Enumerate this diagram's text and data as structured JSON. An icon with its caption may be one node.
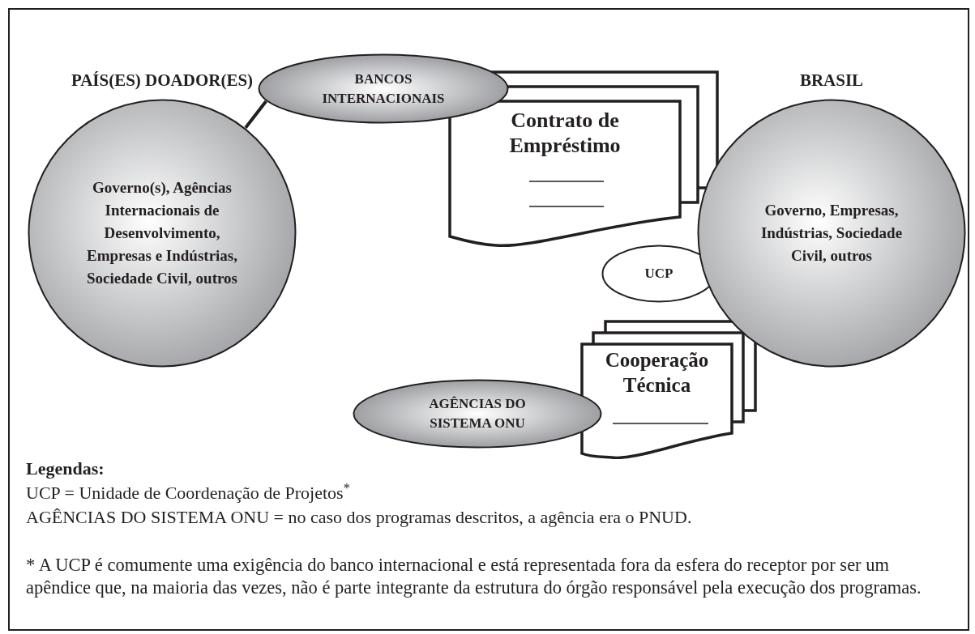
{
  "diagram": {
    "nodes": [
      {
        "text": [
          "PAÍS(ES) DOADOR(ES)",
          "Governo(s), Agências Internacionais de Desenvolvimento, Empresas e Indústrias, Sociedade Civil, outros"
        ]
      },
      {
        "text": [
          "BANCOS INTERNACIONAIS"
        ]
      },
      {
        "text": [
          "Contrato de Empréstimo"
        ]
      },
      {
        "text": [
          "BRASIL",
          "Governo, Empresas, Indústrias, Sociedade Civil, outros"
        ]
      },
      {
        "text": [
          "UCP"
        ]
      },
      {
        "text": [
          "Cooperação Técnica"
        ]
      },
      {
        "text": [
          "AGÊNCIAS DO SISTEMA ONU"
        ]
      }
    ],
    "edges": [
      {
        "from": 0,
        "to": 1,
        "arrow": "none"
      }
    ],
    "labels": [
      "Legendas:",
      "UCP = Unidade de Coordenação de Projetos$^{*}$",
      "AGÊNCIAS DO SISTEMA ONU = no caso dos programas descritos, a agência era o PNUD.",
      "* A UCP é comumente uma exigência do banco internacional e está representada fora da esfera do receptor por ser um apêndice que, na maioria das vezes, não é parte integrante da estrutura do órgão responsável pela execução dos programas."
    ]
  }
}
